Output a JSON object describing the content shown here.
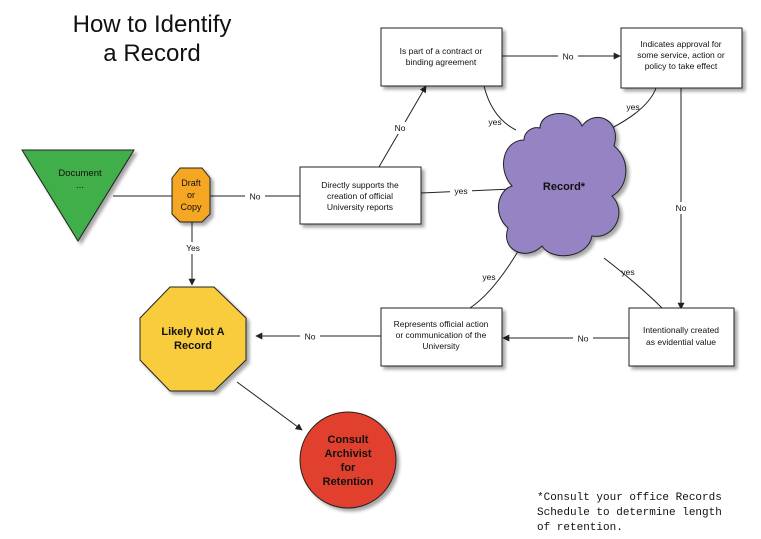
{
  "title": {
    "line1": "How to Identify",
    "line2": "a Record"
  },
  "nodes": {
    "document": {
      "line1": "Document",
      "line2": "..."
    },
    "draft": {
      "line1": "Draft",
      "line2": "or",
      "line3": "Copy"
    },
    "supports_reports": {
      "line1": "Directly supports the",
      "line2": "creation of official",
      "line3": "University reports"
    },
    "contract": {
      "line1": "Is part of a  contract or",
      "line2": "binding agreement"
    },
    "approval": {
      "line1": "Indicates approval for",
      "line2": "some service, action or",
      "line3": "policy to take effect"
    },
    "record": {
      "label": "Record*"
    },
    "evidential": {
      "line1": "Intentionally created",
      "line2": "as evidential value"
    },
    "official_action": {
      "line1": "Represents official action",
      "line2": "or communication of the",
      "line3": "University"
    },
    "not_record": {
      "line1": "Likely Not A",
      "line2": "Record"
    },
    "consult": {
      "line1": "Consult",
      "line2": "Archivist",
      "line3": "for",
      "line4": "Retention"
    }
  },
  "edge_labels": {
    "draft_to_supports": "No",
    "draft_to_not_record": "Yes",
    "supports_to_contract": "No",
    "supports_to_record": "yes",
    "contract_to_approval": "No",
    "contract_to_record": "yes",
    "approval_to_record": "yes",
    "approval_to_evidential": "No",
    "evidential_to_record": "yes",
    "evidential_to_official": "No",
    "official_to_record": "yes",
    "official_to_not_record": "No"
  },
  "footnote": "*Consult your office Records\nSchedule to determine length\nof retention.",
  "colors": {
    "document_fill": "#3fae4a",
    "draft_fill": "#f5a623",
    "record_fill": "#9583c4",
    "not_record_fill": "#f9cc3d",
    "consult_fill": "#e2402e",
    "box_fill": "#ffffff",
    "stroke": "#222222"
  }
}
